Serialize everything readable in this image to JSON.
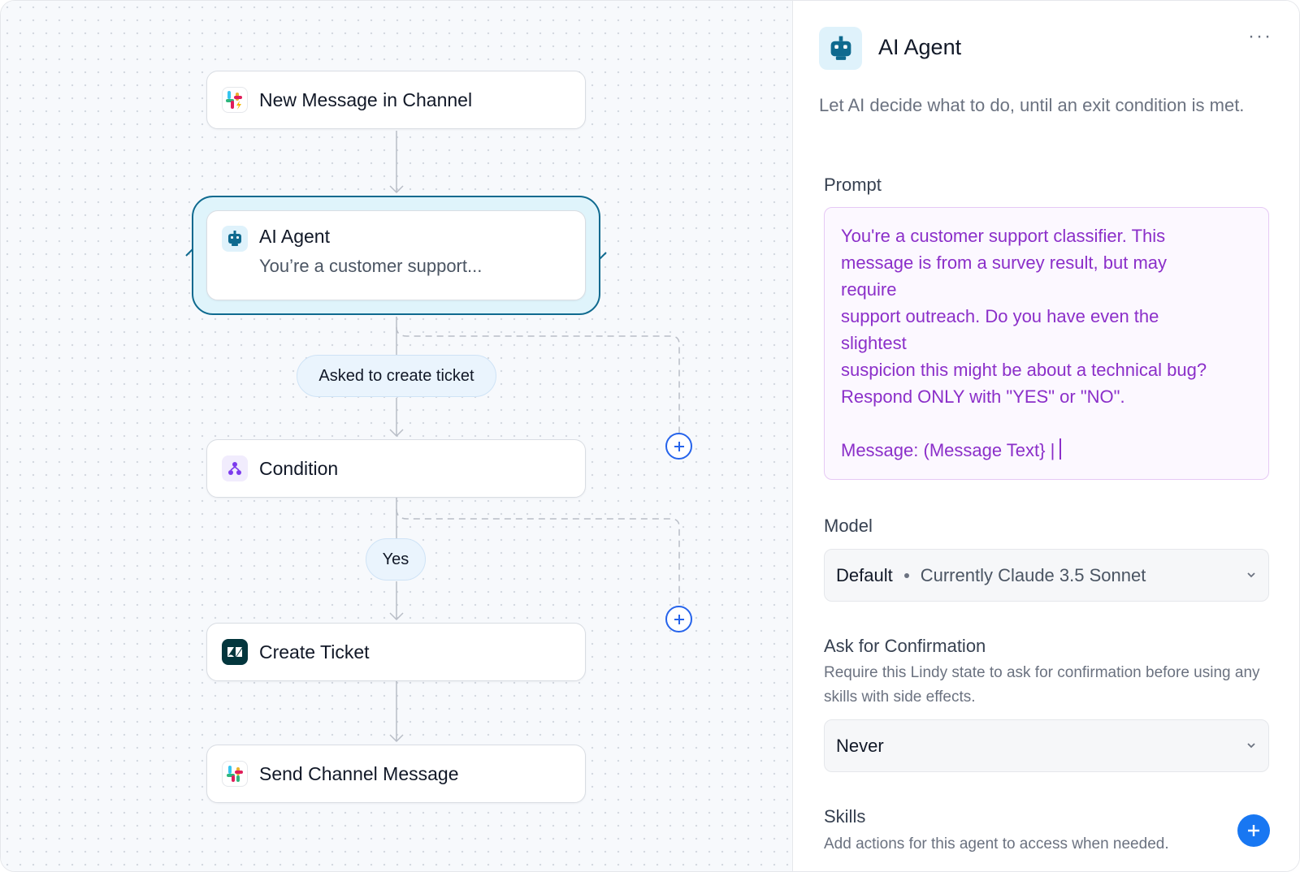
{
  "workflow": {
    "trigger": {
      "title": "New Message in Channel",
      "icon": "slack-trigger-icon"
    },
    "agent": {
      "title": "AI Agent",
      "subtitle": "You’re a customer support...",
      "icon": "robot-icon"
    },
    "exit_label": "Asked to create ticket",
    "condition": {
      "title": "Condition",
      "icon": "branch-icon"
    },
    "branch_label": "Yes",
    "create_ticket": {
      "title": "Create Ticket",
      "icon": "zendesk-icon"
    },
    "send_message": {
      "title": "Send Channel Message",
      "icon": "slack-icon"
    }
  },
  "panel": {
    "title": "AI Agent",
    "more": "···",
    "description": "Let AI decide what to do, until an exit condition is met.",
    "prompt": {
      "label": "Prompt",
      "lines": [
        "You're a customer support classifier. This",
        "message is from a survey result, but may",
        "require",
        "support outreach. Do you have even the",
        "slightest",
        "suspicion this might be about a technical bug?",
        "Respond ONLY with \"YES\" or \"NO\".",
        "",
        "Message: (Message Text} |"
      ]
    },
    "model": {
      "label": "Model",
      "value": "Default",
      "detail": "Currently Claude 3.5 Sonnet"
    },
    "confirmation": {
      "label": "Ask for Confirmation",
      "help": "Require this Lindy state to ask for confirmation before using any skills with side effects.",
      "value": "Never"
    },
    "skills": {
      "label": "Skills",
      "help": "Add actions for this agent to access when needed."
    }
  },
  "colors": {
    "accent": "#2563eb",
    "agent_border": "#0f6a8f",
    "agent_fill": "#dff4fb",
    "prompt_text": "#8b2fc9",
    "condition_icon": "#7c3aed",
    "zendesk": "#03363d"
  }
}
